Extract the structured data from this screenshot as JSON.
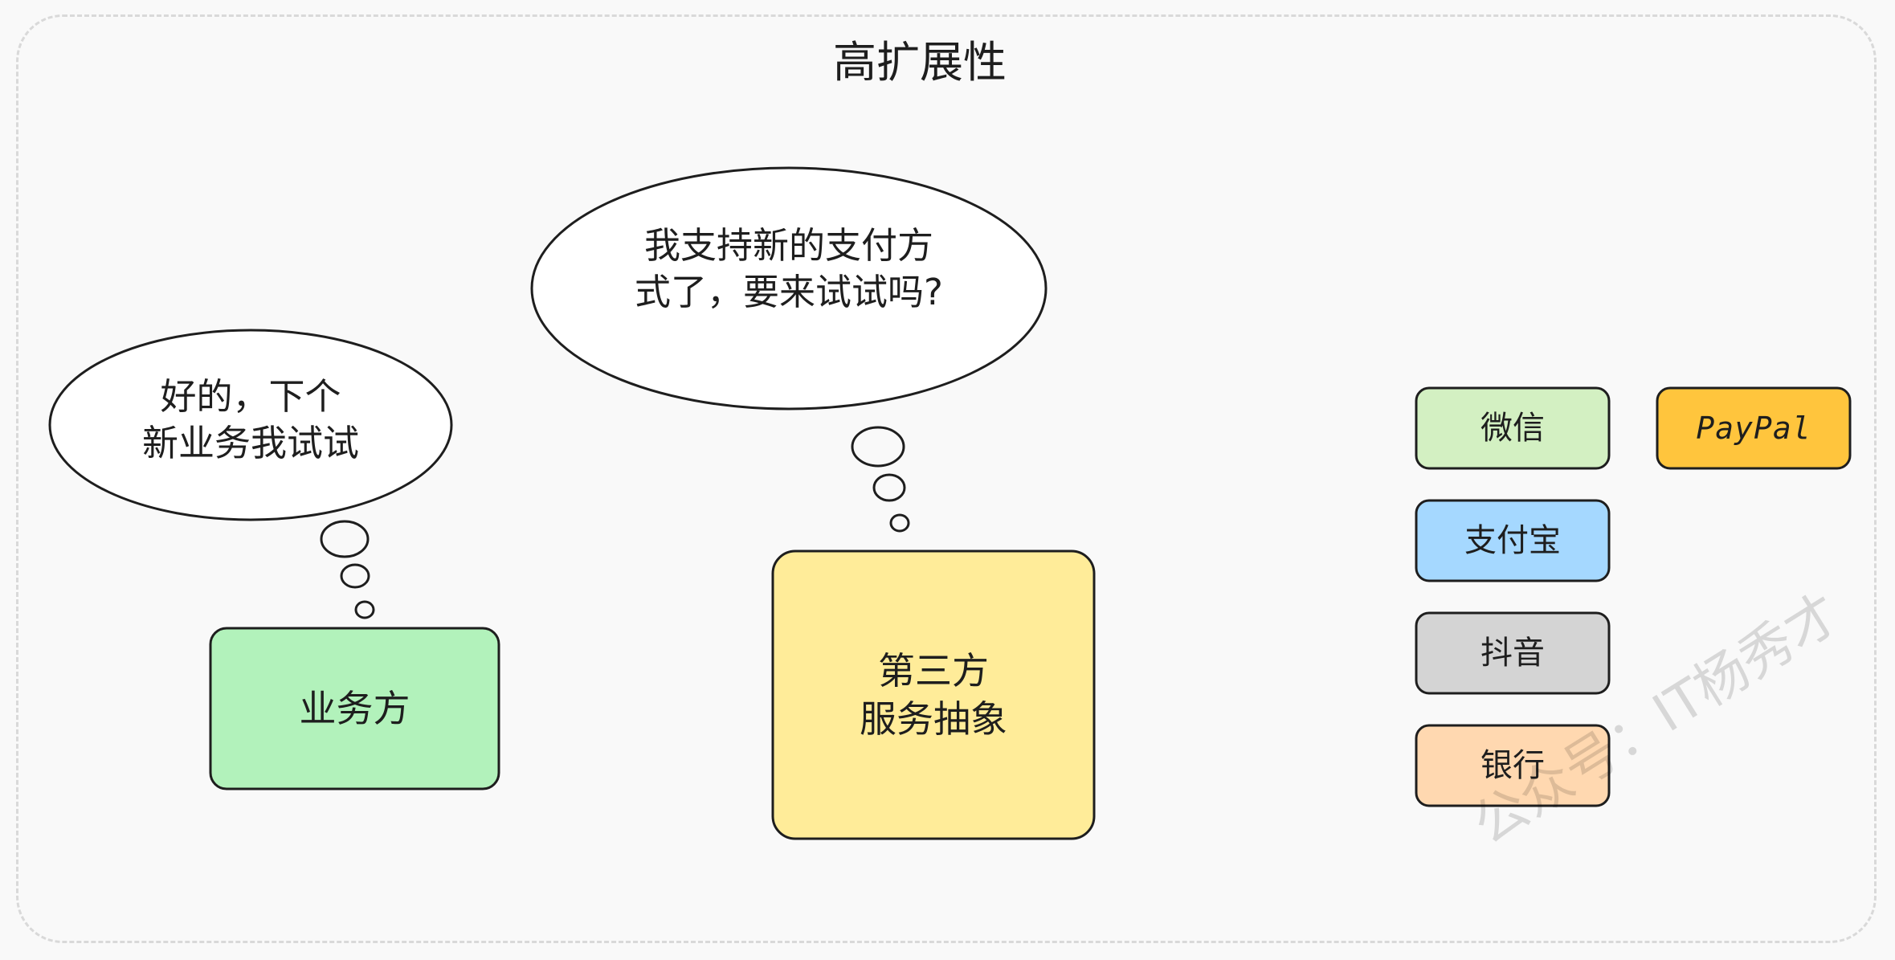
{
  "title": "高扩展性",
  "bubbles": {
    "business": "好的，下个\n新业务我试试",
    "third_party": "我支持新的支付方\n式了，要来试试吗?"
  },
  "boxes": {
    "business": "业务方",
    "service": "第三方\n服务抽象"
  },
  "payments": [
    {
      "label": "微信",
      "color": "#d3f0c2"
    },
    {
      "label": "PayPal",
      "color": "#ffc53d"
    },
    {
      "label": "支付宝",
      "color": "#a5d8ff"
    },
    {
      "label": "抖音",
      "color": "#d4d4d4"
    },
    {
      "label": "银行",
      "color": "#ffd8b0"
    }
  ],
  "colors": {
    "business_box": "#b2f2bb",
    "service_box": "#ffec99",
    "stroke": "#1e1e1e"
  },
  "watermark": "公众号：IT杨秀才"
}
